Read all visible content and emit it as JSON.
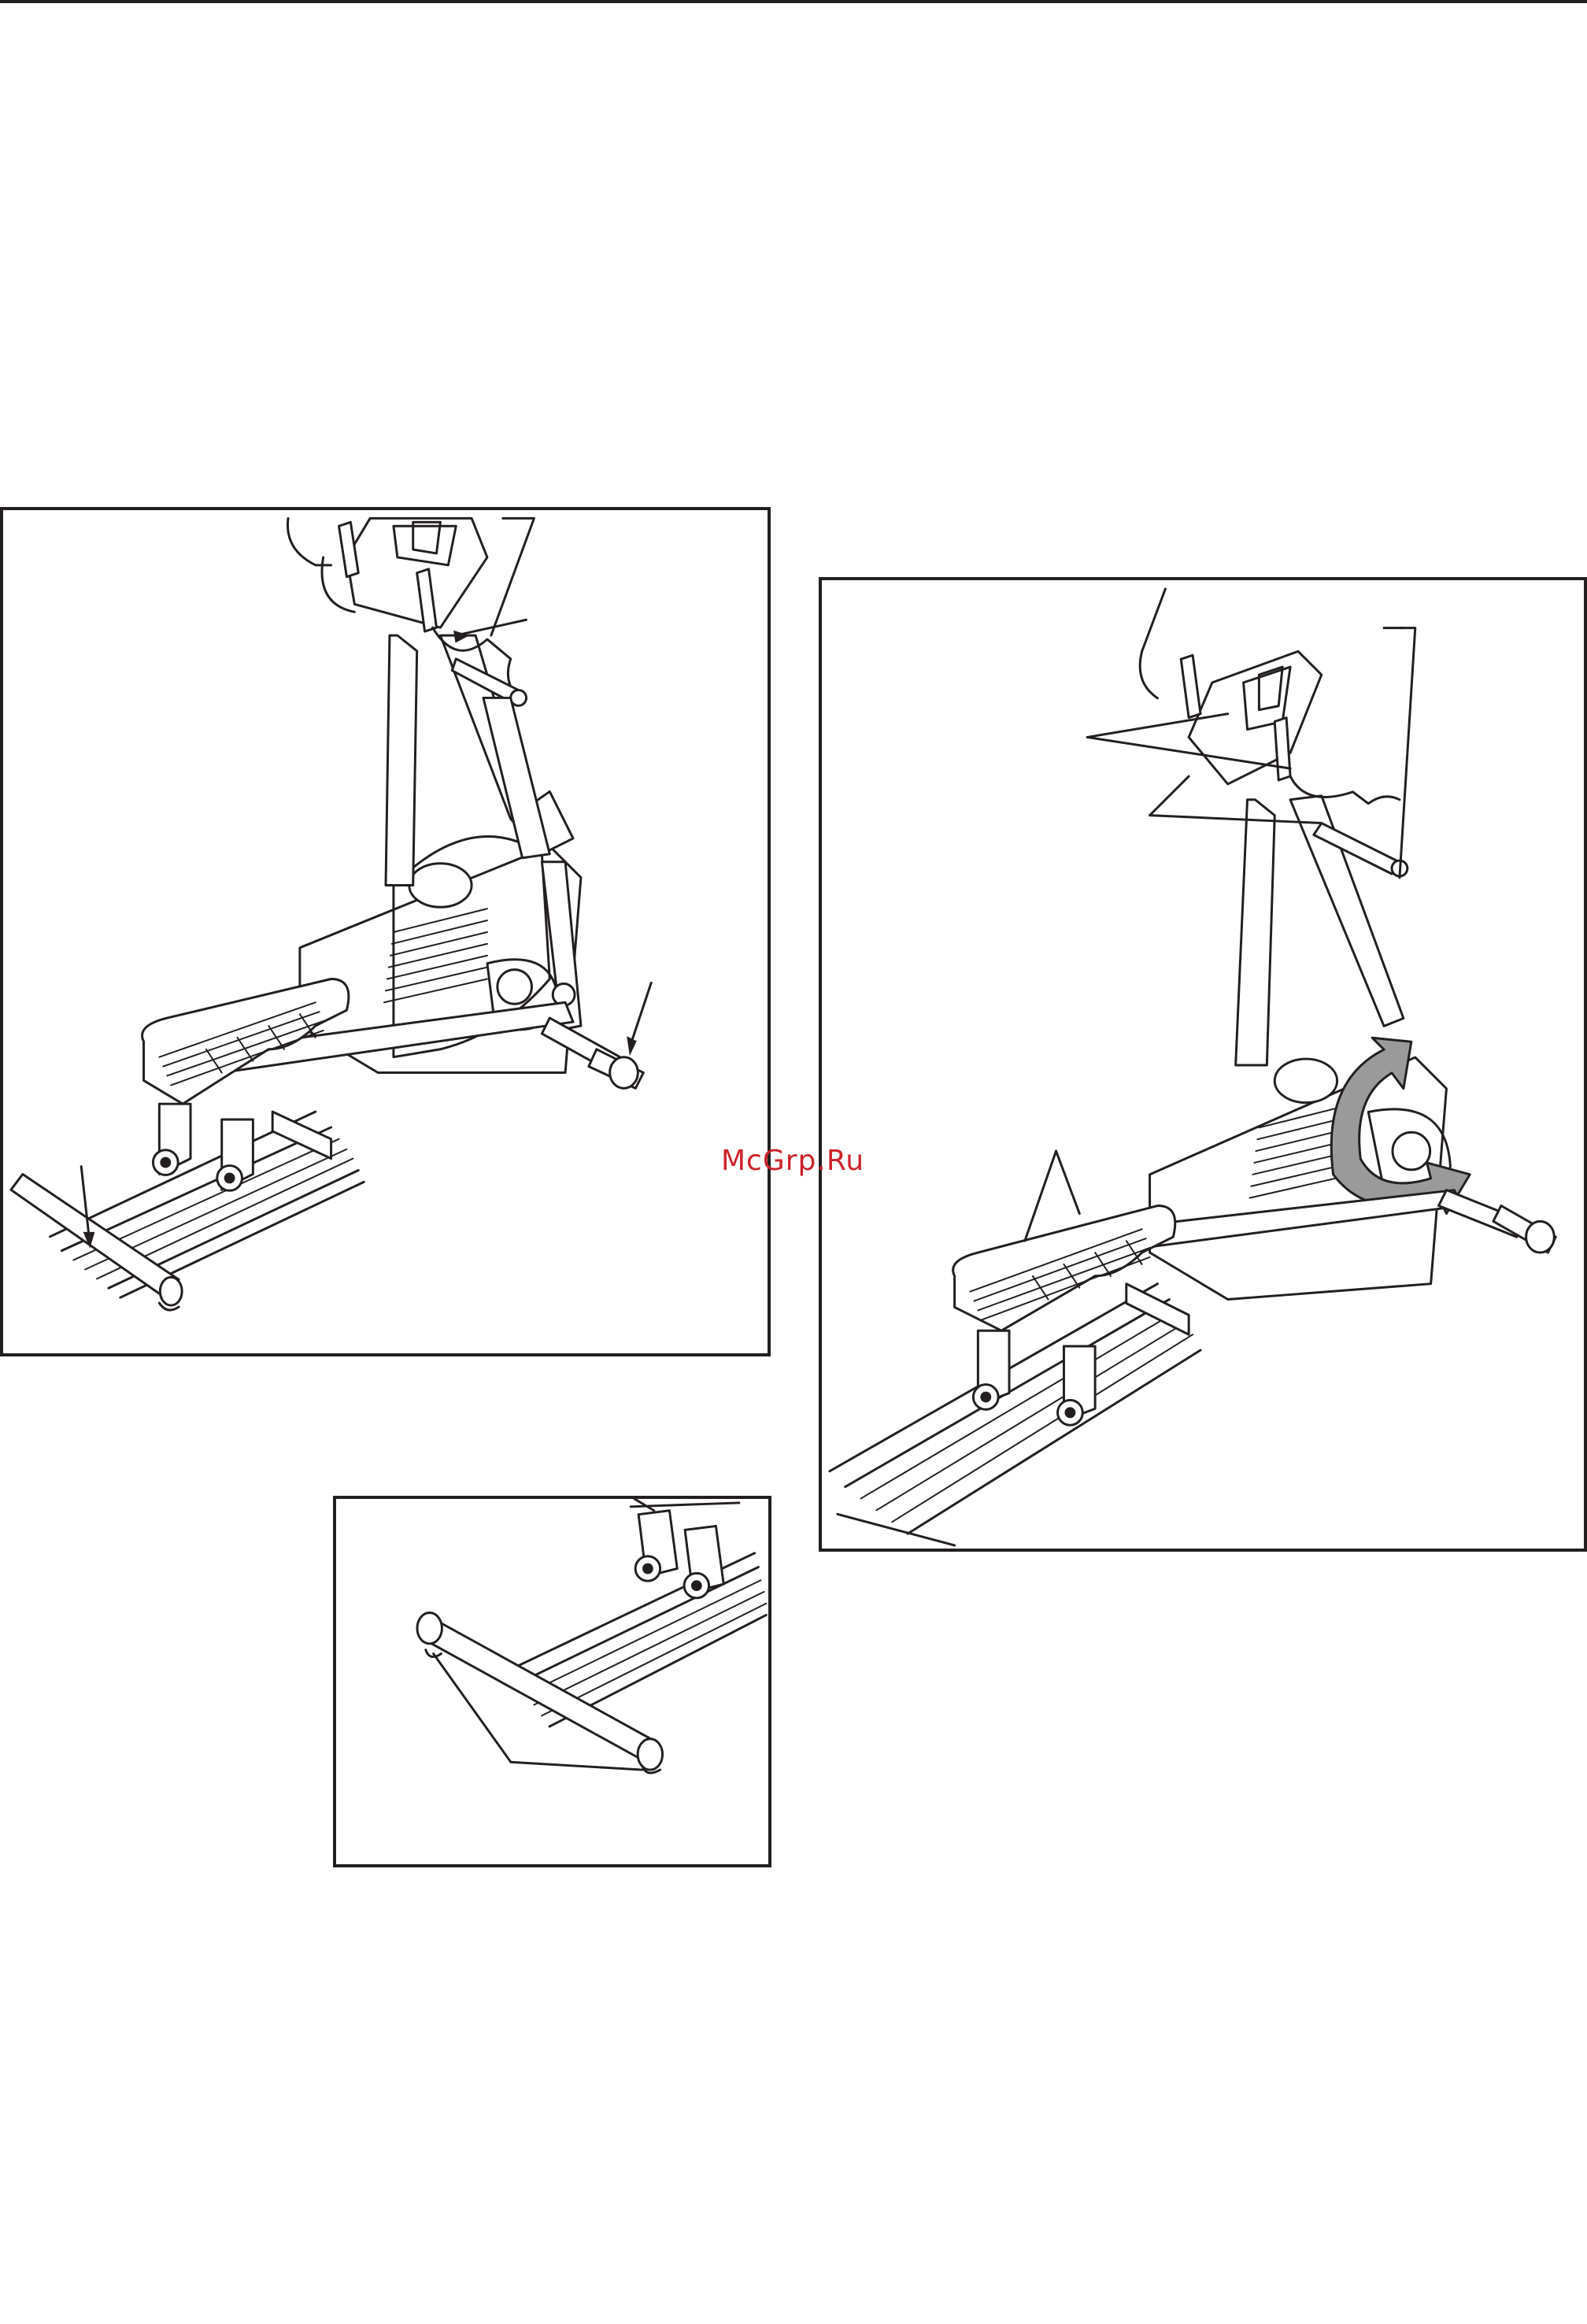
{
  "page": {
    "watermark": "McGrp.Ru",
    "watermark_color": "#cc2229",
    "line_color": "#231f20"
  },
  "figures": [
    {
      "id": "fig-a",
      "content": "elliptical-trainer-front-view-callouts"
    },
    {
      "id": "fig-b",
      "content": "elliptical-trainer-rotation-arrow"
    },
    {
      "id": "fig-c",
      "content": "rear-stabilizer-detail"
    }
  ]
}
